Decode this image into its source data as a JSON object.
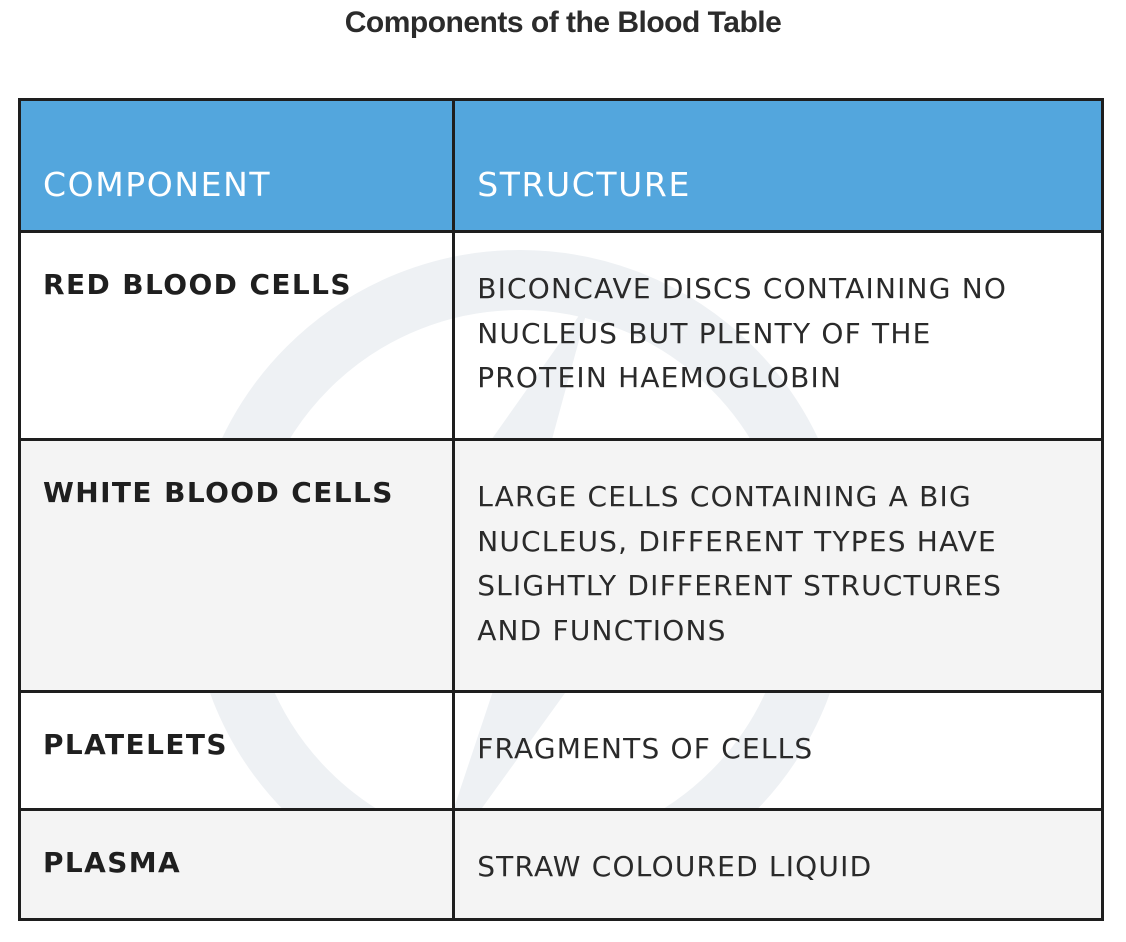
{
  "title": "Components of the Blood Table",
  "table": {
    "headers": [
      "COMPONENT",
      "STRUCTURE"
    ],
    "rows": [
      {
        "component": "RED BLOOD CELLS",
        "structure": "BICONCAVE DISCS CONTAINING NO NUCLEUS BUT PLENTY OF THE PROTEIN HAEMOGLOBIN"
      },
      {
        "component": "WHITE BLOOD CELLS",
        "structure": "LARGE CELLS CONTAINING A BIG NUCLEUS, DIFFERENT TYPES HAVE SLIGHTLY DIFFERENT STRUCTURES AND FUNCTIONS"
      },
      {
        "component": "PLATELETS",
        "structure": "FRAGMENTS OF CELLS"
      },
      {
        "component": "PLASMA",
        "structure": "STRAW COLOURED LIQUID"
      }
    ]
  },
  "colors": {
    "header_bg": "#53a6dd",
    "header_text": "#ffffff",
    "border": "#1e1e1e",
    "alt_row_bg": "#f4f4f4"
  },
  "icons": {
    "watermark": "logo-watermark-icon"
  }
}
